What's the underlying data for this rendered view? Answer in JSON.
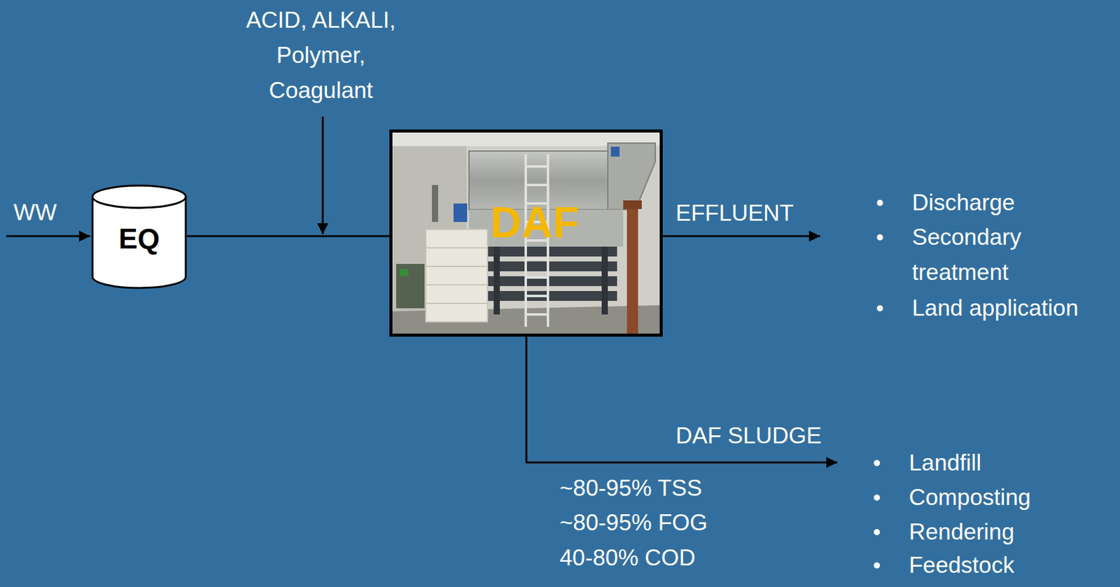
{
  "diagram": {
    "nodes": [
      {
        "text": [
          "EQ"
        ]
      },
      {
        "text": [
          "DAF"
        ]
      }
    ],
    "edges": [
      {
        "from": 0,
        "to": 1,
        "arrow": "none"
      }
    ],
    "labels": [
      "WW",
      "ACID, ALKALI, Polymer, Coagulant",
      "EFFLUENT",
      "Discharge",
      "Secondary treatment",
      "Land application",
      "DAF SLUDGE",
      "~80-95% TSS",
      "~80-95% FOG",
      "40-80% COD",
      "Landfill",
      "Composting",
      "Rendering",
      "Feedstock"
    ]
  }
}
